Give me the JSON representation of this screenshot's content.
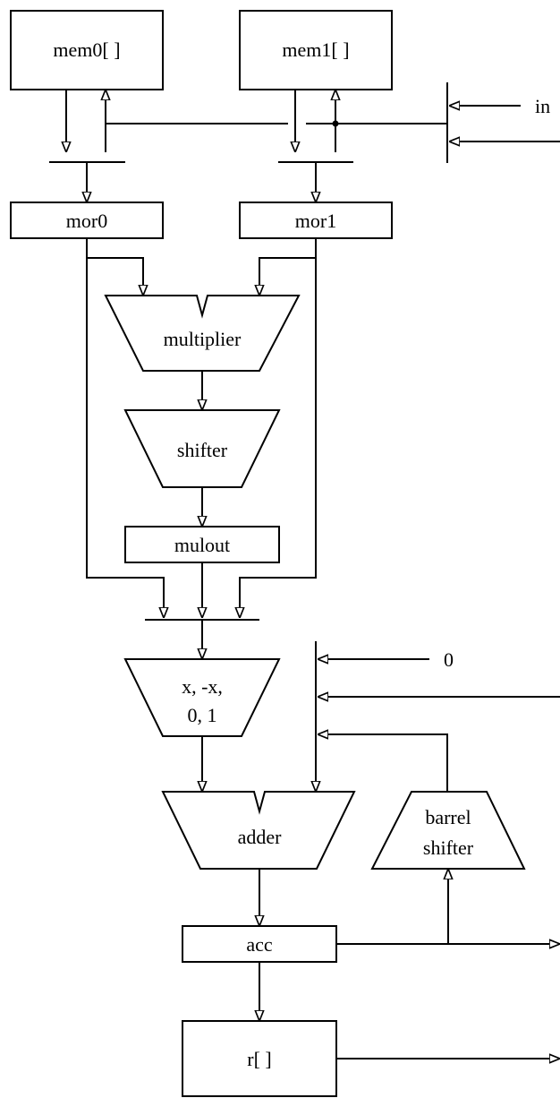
{
  "blocks": {
    "mem0": "mem0[ ]",
    "mem1": "mem1[ ]",
    "mor0": "mor0",
    "mor1": "mor1",
    "multiplier": "multiplier",
    "shifter": "shifter",
    "mulout": "mulout",
    "selector_line1": "x, -x,",
    "selector_line2": "0, 1",
    "adder": "adder",
    "barrel_line1": "barrel",
    "barrel_line2": "shifter",
    "acc": "acc",
    "result": "r[ ]"
  },
  "labels": {
    "input": "in",
    "zero_constant": "0"
  }
}
